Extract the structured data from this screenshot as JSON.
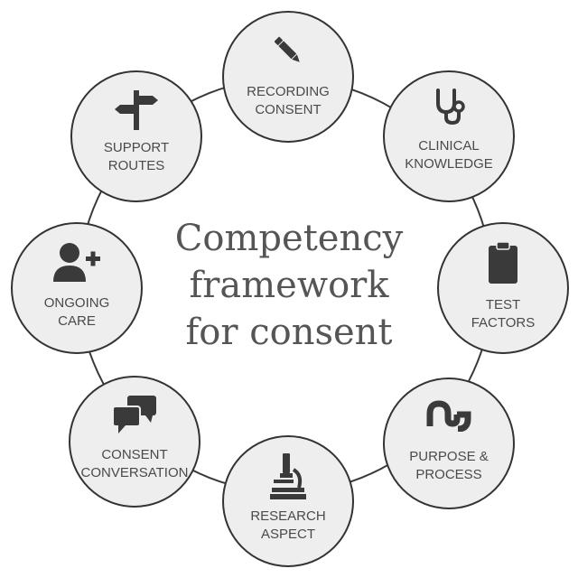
{
  "diagram": {
    "title_lines": [
      "Competency",
      "framework",
      "for consent"
    ],
    "nodes": [
      {
        "id": "recording-consent",
        "label": [
          "RECORDING",
          "CONSENT"
        ],
        "icon": "pencil-icon"
      },
      {
        "id": "clinical-knowledge",
        "label": [
          "CLINICAL",
          "KNOWLEDGE"
        ],
        "icon": "stethoscope-icon"
      },
      {
        "id": "test-factors",
        "label": [
          "TEST",
          "FACTORS"
        ],
        "icon": "clipboard-icon"
      },
      {
        "id": "purpose-process",
        "label": [
          "PURPOSE &",
          "PROCESS"
        ],
        "icon": "stumbleupon-icon"
      },
      {
        "id": "research-aspect",
        "label": [
          "RESEARCH",
          "ASPECT"
        ],
        "icon": "microscope-icon"
      },
      {
        "id": "consent-conversation",
        "label": [
          "CONSENT",
          "CONVERSATION"
        ],
        "icon": "chat-bubbles-icon"
      },
      {
        "id": "ongoing-care",
        "label": [
          "ONGOING",
          "CARE"
        ],
        "icon": "add-user-icon"
      },
      {
        "id": "support-routes",
        "label": [
          "SUPPORT",
          "ROUTES"
        ],
        "icon": "signpost-icon"
      }
    ],
    "colors": {
      "node_fill": "#eeeeee",
      "outline": "#333333",
      "icon": "#3a3a3a",
      "text": "#4a4a4a"
    }
  }
}
